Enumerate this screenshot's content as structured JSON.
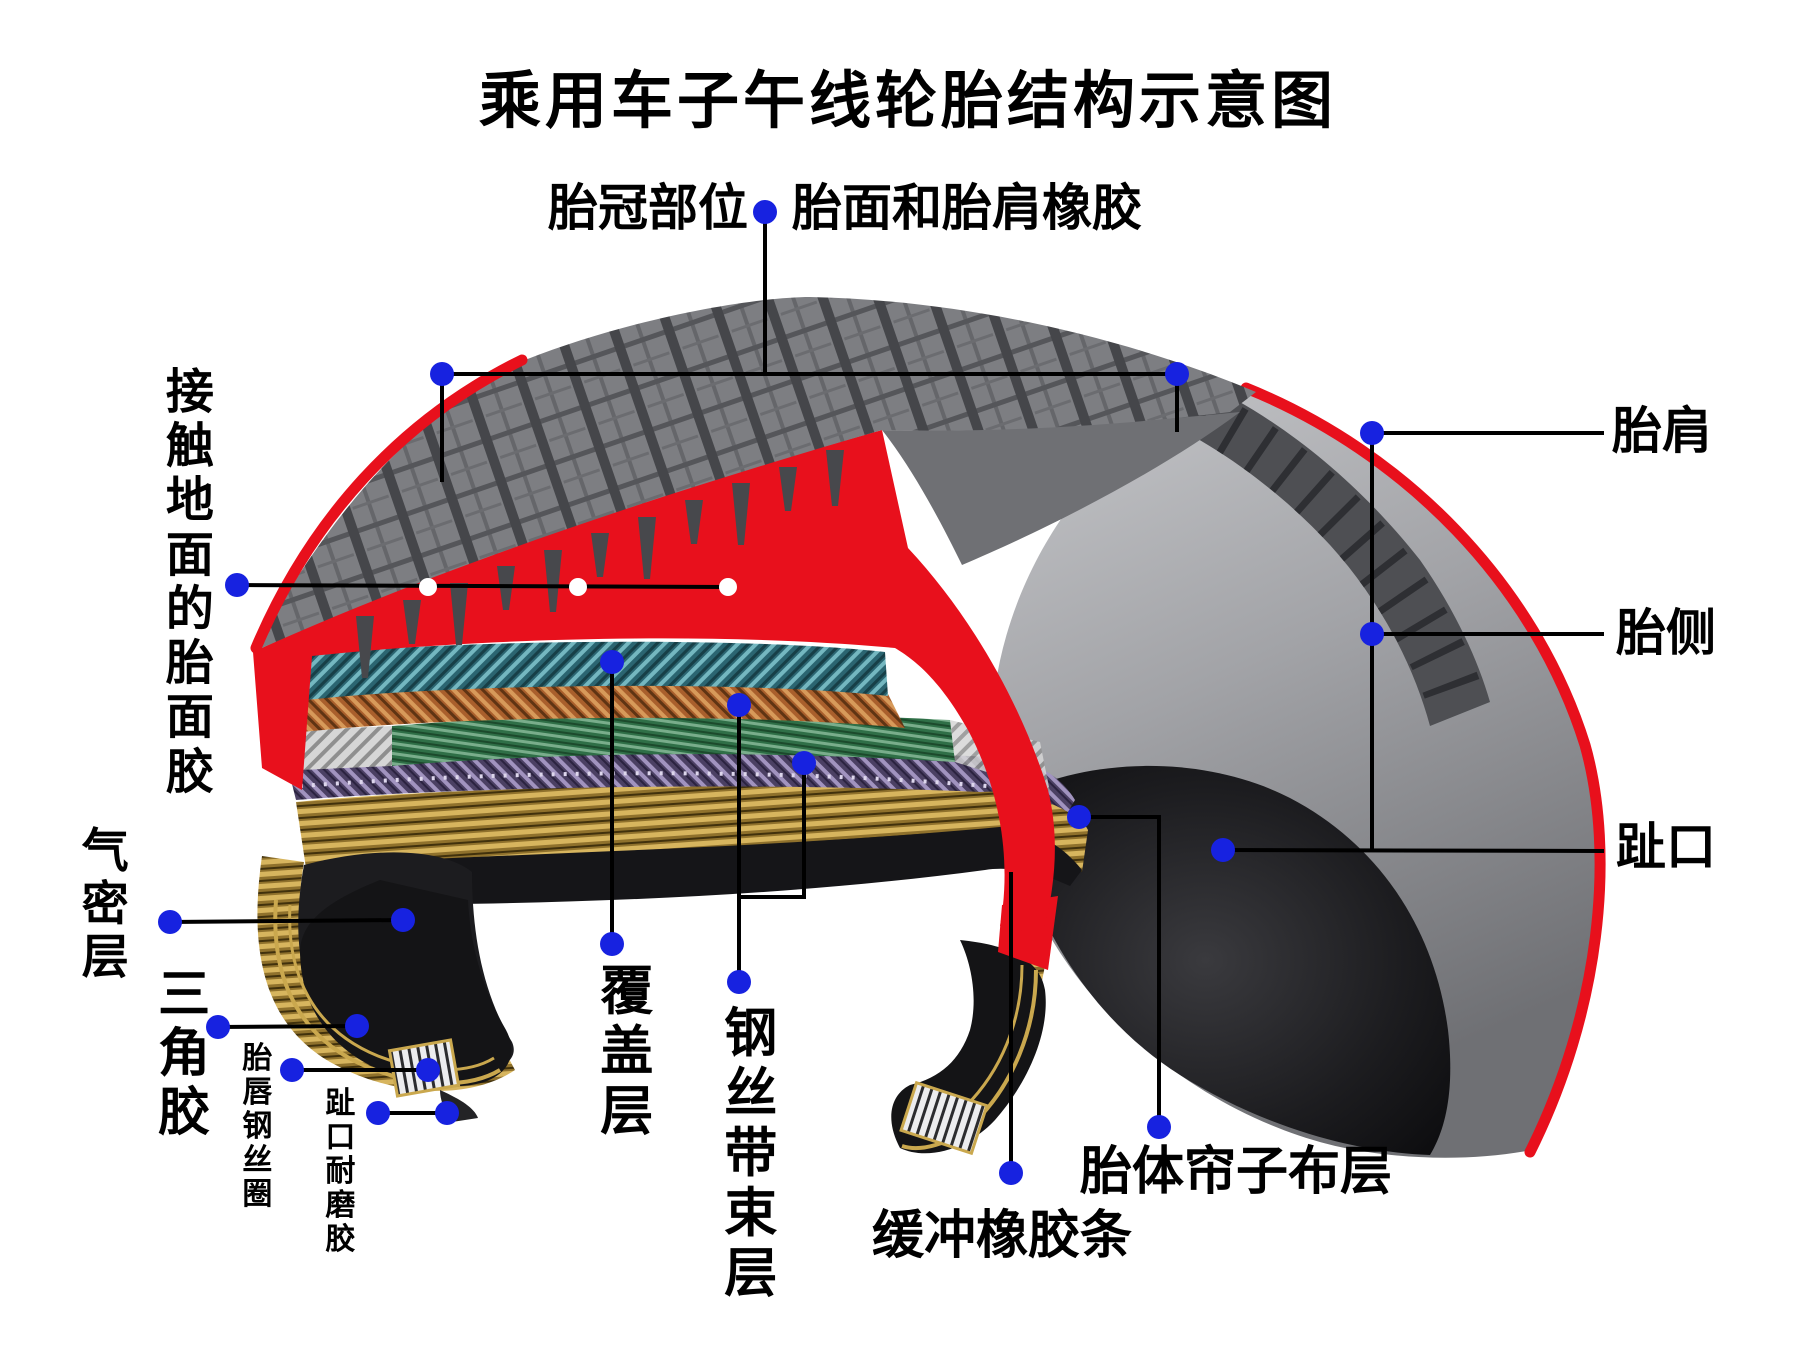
{
  "title": "乘用车子午线轮胎结构示意图",
  "annotations": {
    "crown_area": "胎冠部位",
    "tread_and_shoulder_rubber": "胎面和胎肩橡胶",
    "ground_contact_tread_rubber": "接触地面的胎面胶",
    "airtight_layer": "气密层",
    "apex_rubber": "三角胶",
    "bead_wire_ring": "胎唇钢丝圈",
    "toe_wear_rubber": "趾口耐磨胶",
    "cap_ply": "覆盖层",
    "steel_belt_layer": "钢丝带束层",
    "buffer_rubber_strip": "缓冲橡胶条",
    "carcass_cord_layer": "胎体帘子布层",
    "shoulder": "胎肩",
    "sidewall": "胎侧",
    "toe": "趾口"
  },
  "colors": {
    "marker_blue": "#1722e0",
    "tread_red": "#e8101c",
    "leader_line": "#000000",
    "tread_gray": "#7d7e82",
    "belt_teal": "#2b6571",
    "belt_orange": "#a95f2c",
    "belt_green": "#2f6f47",
    "belt_purple": "#4b4063",
    "carcass_gold": "#9b7c33",
    "inner_rubber": "#17171a"
  }
}
